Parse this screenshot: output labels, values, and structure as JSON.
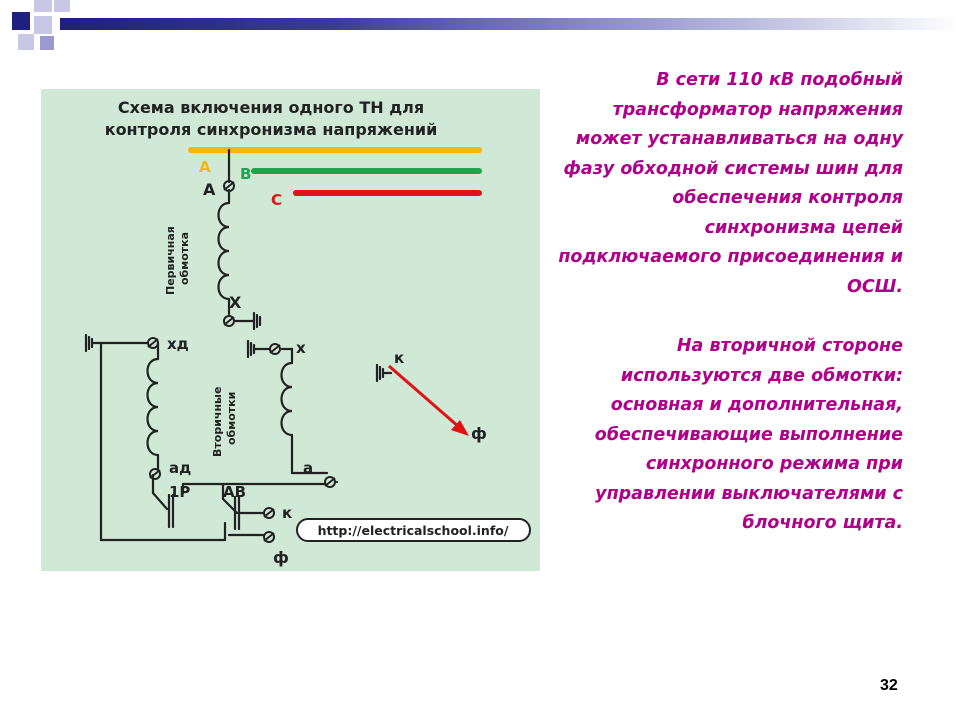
{
  "slide": {
    "paragraph1": "В сети 110 кВ подобный трансформатор напряжения может устанавливаться на одну фазу обходной системы шин для обеспечения контроля синхронизма цепей подключаемого присоединения и ОСШ.",
    "paragraph2": "На вторичной стороне используются две обмотки: основная и дополнительная, обеспечивающие выполнение синхронного режима при управлении выключателями с блочного щита.",
    "page_number": "32"
  },
  "diagram": {
    "title_line1": "Схема включения одного ТН для",
    "title_line2": "контроля синхронизма напряжений",
    "phase_a": "А",
    "phase_b": "В",
    "phase_c": "С",
    "terminal_a": "А",
    "terminal_x": "Х",
    "primary_label_1": "Первичная",
    "primary_label_2": "обмотка",
    "secondary_label_1": "Вторичные",
    "secondary_label_2": "обмотки",
    "xd": "хд",
    "ad": "ад",
    "x_small": "х",
    "a_small": "а",
    "k_right": "к",
    "f_right": "ф",
    "r1": "1Р",
    "av": "АВ",
    "k_bottom": "к",
    "f_bottom": "ф",
    "url": "http://electricalschool.info/",
    "colors": {
      "phase_a": "#f2b70f",
      "phase_b": "#1aa64a",
      "phase_c": "#e01212",
      "arrow": "#e01212",
      "panel_bg": "#cfe9d6",
      "text_accent": "#b0008a"
    }
  }
}
